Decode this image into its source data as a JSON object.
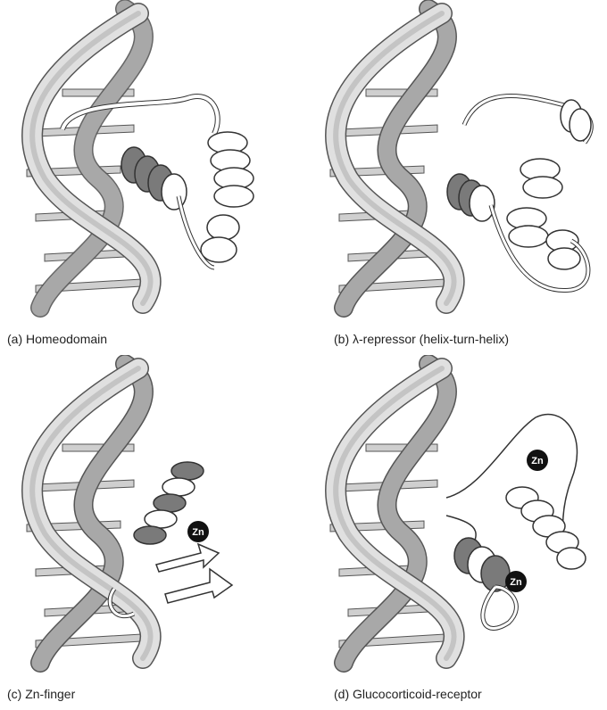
{
  "figure": {
    "panels": [
      {
        "id": "a",
        "caption": "(a) Homeodomain",
        "zinc_labels": []
      },
      {
        "id": "b",
        "caption": "(b) λ-repressor (helix-turn-helix)",
        "zinc_labels": []
      },
      {
        "id": "c",
        "caption": "(c) Zn-finger",
        "zinc_labels": [
          "Zn"
        ]
      },
      {
        "id": "d",
        "caption": "(d) Glucocorticoid-receptor",
        "zinc_labels": [
          "Zn",
          "Zn"
        ]
      }
    ]
  },
  "colors": {
    "dna_strand_light": "#d6d6d6",
    "dna_strand_dark": "#a8a8a8",
    "dna_outline": "#555555",
    "protein_fill": "#ffffff",
    "helix_dark": "#7a7a7a",
    "zinc_fill": "#111111"
  }
}
